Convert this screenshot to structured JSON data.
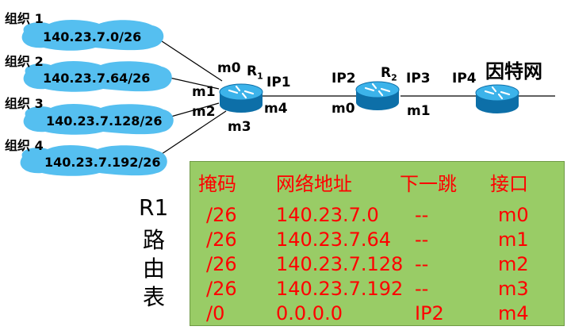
{
  "organizations": [
    {
      "name": "组织 1",
      "network": "140.23.7.0/26"
    },
    {
      "name": "组织 2",
      "network": "140.23.7.64/26"
    },
    {
      "name": "组织 3",
      "network": "140.23.7.128/26"
    },
    {
      "name": "组织 4",
      "network": "140.23.7.192/26"
    }
  ],
  "labels": {
    "m0": "m0",
    "m1": "m1",
    "m2": "m2",
    "m3": "m3",
    "m4": "m4",
    "r1": "R",
    "r1_sub": "1",
    "ip1": "IP1",
    "ip2": "IP2",
    "r2": "R",
    "r2_sub": "2",
    "ip3": "IP3",
    "r2_m0": "m0",
    "r2_m1": "m1",
    "ip4": "IP4",
    "internet": "因特网"
  },
  "table": {
    "side_title": [
      "R1",
      "路",
      "由",
      "表"
    ],
    "headers": [
      "掩码",
      "网络地址",
      "下一跳",
      "接口"
    ],
    "rows": [
      [
        "/26",
        "140.23.7.0",
        "--",
        "m0"
      ],
      [
        "/26",
        "140.23.7.64",
        "--",
        "m1"
      ],
      [
        "/26",
        "140.23.7.128",
        "--",
        "m2"
      ],
      [
        "/26",
        "140.23.7.192",
        "--",
        "m3"
      ],
      [
        "/0",
        "0.0.0.0",
        "IP2",
        "m4"
      ]
    ]
  },
  "colors": {
    "cloud": "#55bff0",
    "router": "#1a9ad6",
    "table_bg": "#99cc66",
    "table_text": "#ff0000"
  }
}
